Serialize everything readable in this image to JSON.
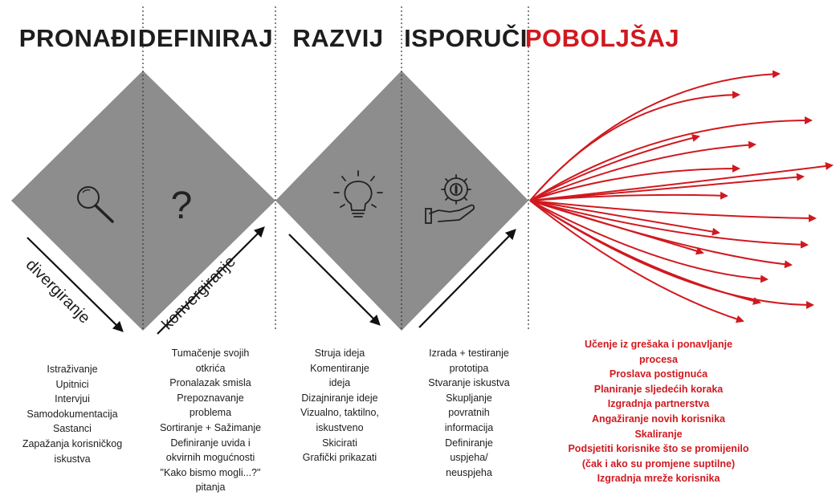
{
  "headings": {
    "find": "PRONAĐI",
    "define": "DEFINIRAJ",
    "develop": "RAZVIJ",
    "deliver": "ISPORUČI",
    "improve": "POBOLJŠAJ"
  },
  "colors": {
    "diamond": "#8d8d8d",
    "accent": "#d0191f",
    "text": "#1d1d1d"
  },
  "icons": {
    "find": "magnifier-icon",
    "define": "question-mark-icon",
    "develop": "lightbulb-icon",
    "deliver": "hand-gear-icon"
  },
  "question_glyph": "?",
  "labels": {
    "diverge": "divergiranje",
    "converge": "konvergiranje"
  },
  "find_items": [
    "Istraživanje",
    "Upitnici",
    "Intervjui",
    "Samodokumentacija",
    "Sastanci",
    "Zapažanja korisničkog",
    "iskustva"
  ],
  "define_items": [
    "Tumačenje svojih",
    "otkrića",
    "Pronalazak smisla",
    "Prepoznavanje",
    "problema",
    "Sortiranje + Sažimanje",
    "Definiranje uvida i",
    "okvirnih mogućnosti",
    "\"Kako bismo mogli...?\"",
    "pitanja"
  ],
  "develop_items": [
    "Struja ideja",
    "Komentiranje",
    "ideja",
    "Dizajniranje ideje",
    "Vizualno, taktilno,",
    "iskustveno",
    "Skicirati",
    "Grafički prikazati"
  ],
  "deliver_items": [
    "Izrada + testiranje",
    "prototipa",
    "Stvaranje iskustva",
    "Skupljanje",
    "povratnih",
    "informacija",
    "Definiranje",
    "uspjeha/",
    "neuspjeha"
  ],
  "improve_items": [
    "Učenje iz grešaka i ponavljanje",
    "procesa",
    "Proslava postignuća",
    "Planiranje sljedećih koraka",
    "Izgradnja partnerstva",
    "Angažiranje novih korisnika",
    "Skaliranje",
    "Podsjetiti korisnike što se promijenilo",
    "(čak i ako su promjene suptilne)",
    "Izgradnja mreže korisnika"
  ]
}
